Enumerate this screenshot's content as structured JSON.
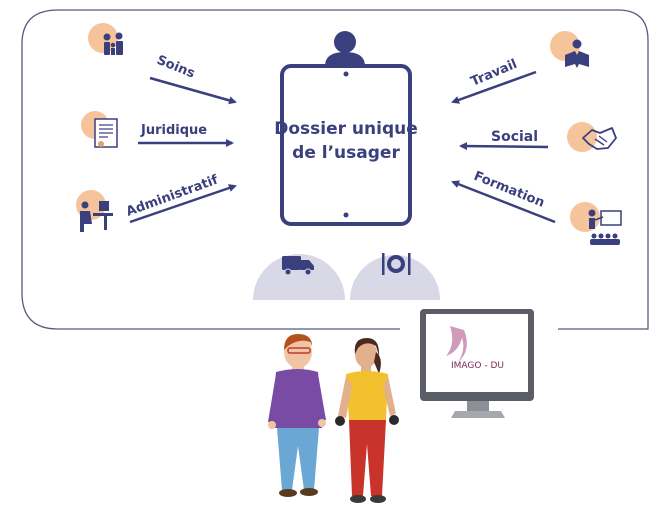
{
  "center": {
    "line1": "Dossier unique",
    "line2": "de l’usager"
  },
  "categories_left": [
    {
      "label": "Soins",
      "icon": "family-icon"
    },
    {
      "label": "Juridique",
      "icon": "certificate-icon"
    },
    {
      "label": "Administratif",
      "icon": "desk-worker-icon"
    }
  ],
  "categories_right": [
    {
      "label": "Travail",
      "icon": "reading-person-icon"
    },
    {
      "label": "Social",
      "icon": "handshake-icon"
    },
    {
      "label": "Formation",
      "icon": "classroom-icon"
    }
  ],
  "bottom_icons": [
    "delivery-truck-icon",
    "meal-plate-icon"
  ],
  "brand": {
    "text": "IMAGO - DU"
  },
  "colors": {
    "navy": "#3a3f7e",
    "peach": "#f6c49b",
    "lavender": "#d8d8e6",
    "frame": "#555a7a"
  }
}
